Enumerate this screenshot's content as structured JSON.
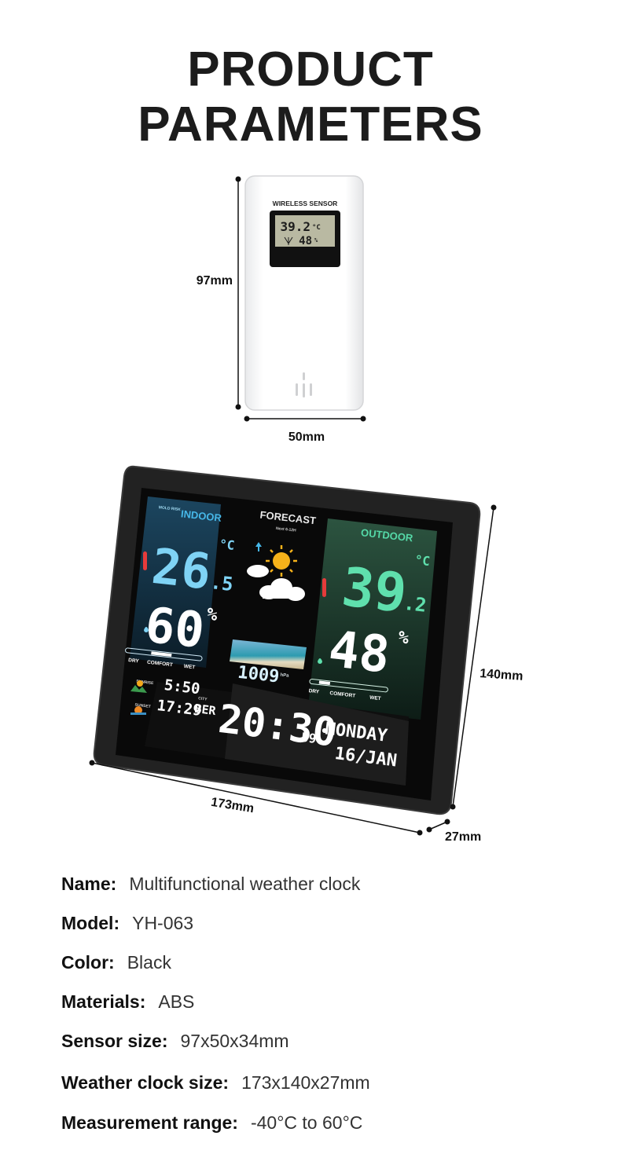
{
  "title": {
    "line1": "PRODUCT",
    "line2": "PARAMETERS"
  },
  "dimensions": {
    "sensor_height": "97mm",
    "sensor_width": "50mm",
    "clock_width": "173mm",
    "clock_height": "140mm",
    "clock_depth": "27mm"
  },
  "sensor": {
    "label": "WIRELESS SENSOR",
    "temperature": "39.2",
    "temp_unit": "°C",
    "humidity": "48",
    "hum_unit": "%"
  },
  "clock_display": {
    "indoor_label": "INDOOR",
    "mold_risk": "MOLD RISK",
    "indoor_temp": "26",
    "indoor_temp_dec": ".5",
    "indoor_hum": "60",
    "forecast_label": "FORECAST",
    "forecast_sub": "Next 6-12H",
    "pressure": "1009",
    "pressure_unit": "hPa",
    "outdoor_label": "OUTDOOR",
    "outdoor_temp": "39",
    "outdoor_temp_dec": ".2",
    "outdoor_hum": "48",
    "temp_unit": "°C",
    "hum_unit": "%",
    "comfort_scale": [
      "DRY",
      "COMFORT",
      "WET"
    ],
    "sunrise_label": "SUNRISE",
    "sunset_label": "SUNSET",
    "sunrise_time": "5:50",
    "sunset_time": "17:29",
    "city_label": "CITY",
    "city": "BER",
    "time": "20:30",
    "seconds": "59",
    "weekday": "MONDAY",
    "date": "16/JAN"
  },
  "specs": [
    {
      "key": "Name:",
      "value": "Multifunctional weather clock"
    },
    {
      "key": "Model:",
      "value": "YH-063"
    },
    {
      "key": "Color:",
      "value": "Black"
    },
    {
      "key": "Materials:",
      "value": "ABS"
    },
    {
      "key": "Sensor size:",
      "value": "97x50x34mm"
    },
    {
      "key": "Weather clock size:",
      "value": "173x140x27mm"
    },
    {
      "key": "Measurement range:",
      "value": "-40°C to 60°C"
    }
  ]
}
